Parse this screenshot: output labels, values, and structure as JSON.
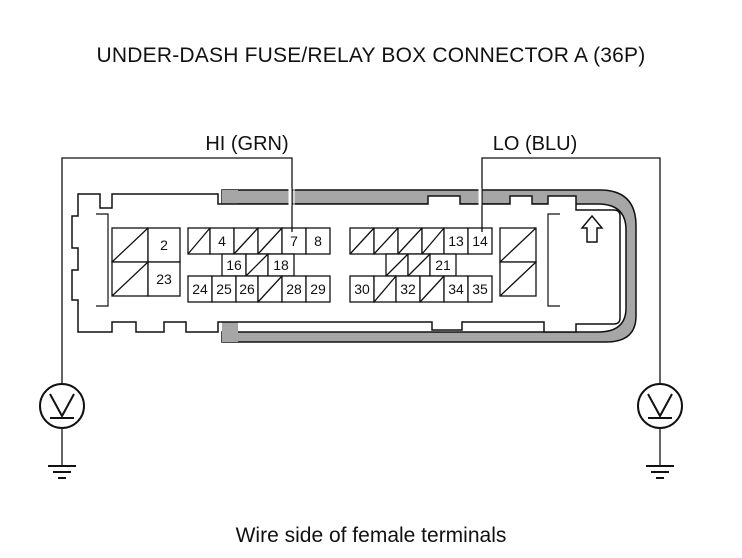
{
  "title": "UNDER-DASH FUSE/RELAY BOX CONNECTOR A (36P)",
  "caption": "Wire side of female terminals",
  "probes": {
    "hi_label": "HI (GRN)",
    "lo_label": "LO (BLU)"
  },
  "terminals": [
    "2",
    "23",
    "4",
    "7",
    "8",
    "16",
    "18",
    "24",
    "25",
    "26",
    "28",
    "29",
    "13",
    "14",
    "21",
    "30",
    "32",
    "34",
    "35"
  ],
  "colors": {
    "line": "#111111",
    "shell_gray": "#a6a6a6"
  }
}
